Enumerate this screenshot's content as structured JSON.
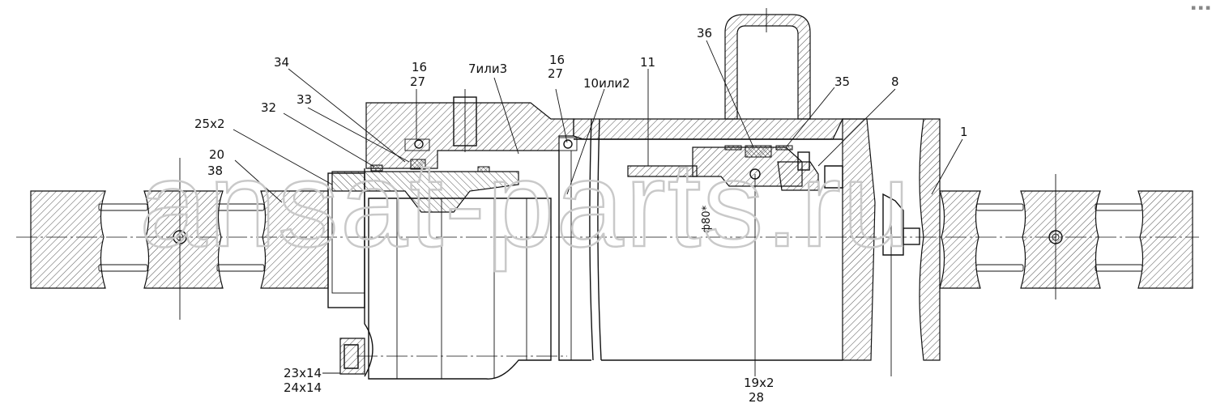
{
  "watermark": "ansat-parts.ru",
  "diameter_label": "ф80*",
  "corner_mark": "▪ ▪ ▪",
  "callouts": {
    "p34": "34",
    "p16a": "16",
    "p27a": "27",
    "p7": "7или3",
    "p16b": "16",
    "p27b": "27",
    "p10": "10или2",
    "p11": "11",
    "p36": "36",
    "p35": "35",
    "p8": "8",
    "p32": "32",
    "p33": "33",
    "p25": "25х2",
    "p20": "20",
    "p38": "38",
    "p1": "1",
    "p23": "23х14",
    "p24": "24х14",
    "p19": "19х2",
    "p28": "28"
  }
}
